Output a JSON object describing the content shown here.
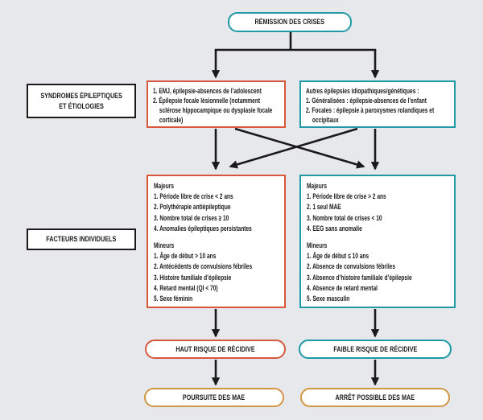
{
  "colors": {
    "bg": "#e7e8eb",
    "teal": "#1d9aa6",
    "red": "#d6573c",
    "gold": "#d29543",
    "ink": "#1a1a1a"
  },
  "root": {
    "label": "RÉMISSION DES CRISES"
  },
  "side_labels": {
    "syndromes": "SYNDROMES ÉPILEPTIQUES\nET ÉTIOLOGIES",
    "facteurs": "FACTEURS INDIVIDUELS"
  },
  "syndrome_boxes": {
    "left": {
      "items": [
        "1. EMJ, épilepsie-absences de l’adolescent",
        "2. Épilepsie focale lésionnelle (notamment sclérose hippocampique ou dysplasie focale corticale)"
      ]
    },
    "right": {
      "intro": "Autres épilepsies idiopathiques/génétiques :",
      "items": [
        "1. Généralisées : épilepsie-absences de l’enfant",
        "2. Focales : épilepsie à paroxysmes rolandiques et occipitaux"
      ]
    }
  },
  "factor_boxes": {
    "left": {
      "majeurs_title": "Majeurs",
      "majeurs": [
        "1. Période libre de crise < 2 ans",
        "2. Polythérapie antiépileptique",
        "3. Nombre total de crises ≥ 10",
        "4. Anomalies épileptiques persistantes"
      ],
      "mineurs_title": "Mineurs",
      "mineurs": [
        "1. Âge de début > 10 ans",
        "2. Antécédents de convulsions fébriles",
        "3. Histoire familiale d’épilepsie",
        "4. Retard mental (QI < 70)",
        "5. Sexe féminin"
      ]
    },
    "right": {
      "majeurs_title": "Majeurs",
      "majeurs": [
        "1. Période libre de crise > 2 ans",
        "2. 1 seul MAE",
        "3. Nombre total de crises < 10",
        "4. EEG sans anomalie"
      ],
      "mineurs_title": "Mineurs",
      "mineurs": [
        "1. Âge de début ≤ 10 ans",
        "2. Absence de convulsions fébriles",
        "3. Absence d’histoire familiale d’épilepsie",
        "4. Absence de retard mental",
        "5. Sexe masculin"
      ]
    }
  },
  "risk_pills": {
    "left": "HAUT RISQUE DE RÉCIDIVE",
    "right": "FAIBLE RISQUE DE RÉCIDIVE"
  },
  "outcome_pills": {
    "left": "POURSUITE DES MAE",
    "right": "ARRÊT POSSIBLE DES MAE"
  }
}
